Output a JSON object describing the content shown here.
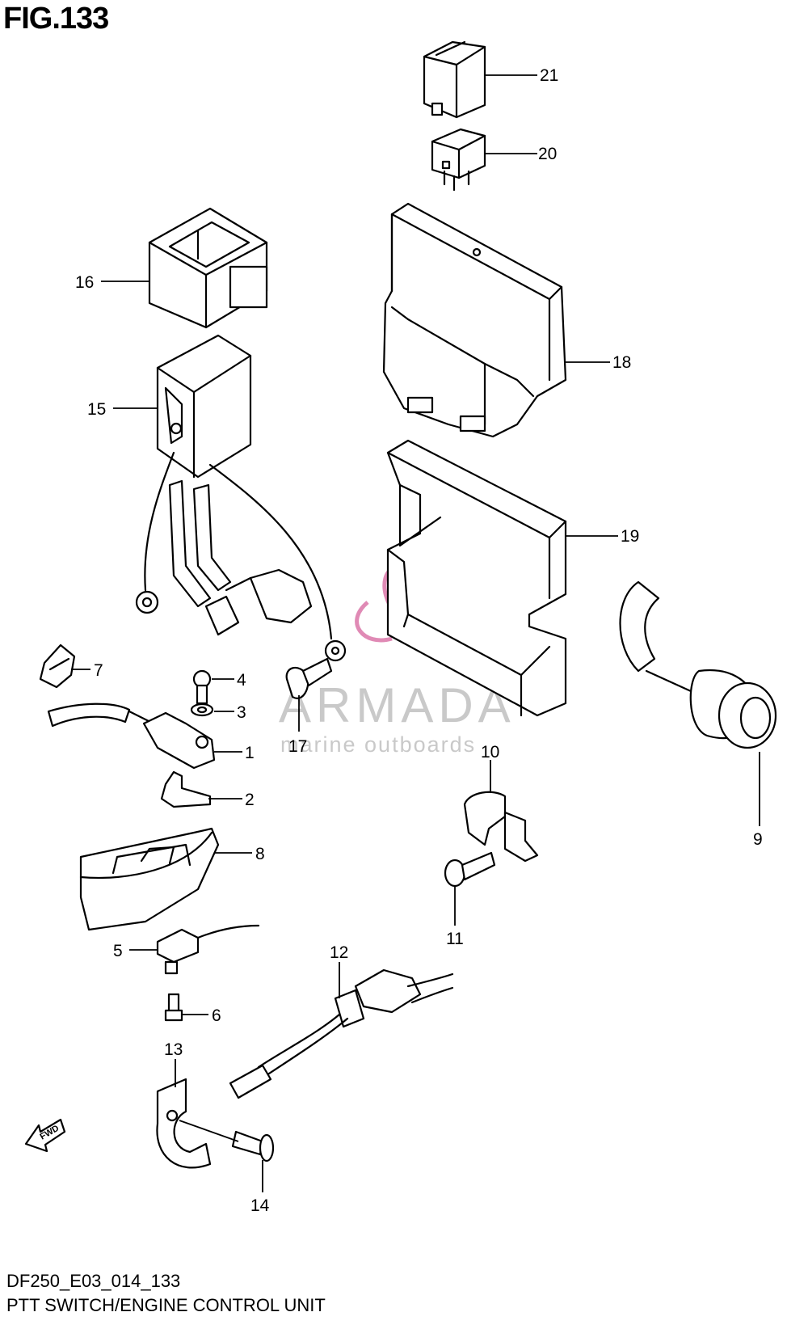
{
  "figure": {
    "title": "FIG.133"
  },
  "footer": {
    "code": "DF250_E03_014_133",
    "caption": "PTT SWITCH/ENGINE CONTROL UNIT"
  },
  "watermark": {
    "brand": "ARMADA",
    "tagline": "marine outboards",
    "color": "#e08ab5"
  },
  "fwd_marker": {
    "text": "FWD"
  },
  "parts": [
    {
      "id": "part-21",
      "number": "21"
    },
    {
      "id": "part-20",
      "number": "20"
    },
    {
      "id": "part-16",
      "number": "16"
    },
    {
      "id": "part-18",
      "number": "18"
    },
    {
      "id": "part-15",
      "number": "15"
    },
    {
      "id": "part-19",
      "number": "19"
    },
    {
      "id": "part-7",
      "number": "7"
    },
    {
      "id": "part-4",
      "number": "4"
    },
    {
      "id": "part-3",
      "number": "3"
    },
    {
      "id": "part-17",
      "number": "17"
    },
    {
      "id": "part-1",
      "number": "1"
    },
    {
      "id": "part-10",
      "number": "10"
    },
    {
      "id": "part-2",
      "number": "2"
    },
    {
      "id": "part-9",
      "number": "9"
    },
    {
      "id": "part-8",
      "number": "8"
    },
    {
      "id": "part-11",
      "number": "11"
    },
    {
      "id": "part-12",
      "number": "12"
    },
    {
      "id": "part-5",
      "number": "5"
    },
    {
      "id": "part-6",
      "number": "6"
    },
    {
      "id": "part-13",
      "number": "13"
    },
    {
      "id": "part-14",
      "number": "14"
    }
  ]
}
